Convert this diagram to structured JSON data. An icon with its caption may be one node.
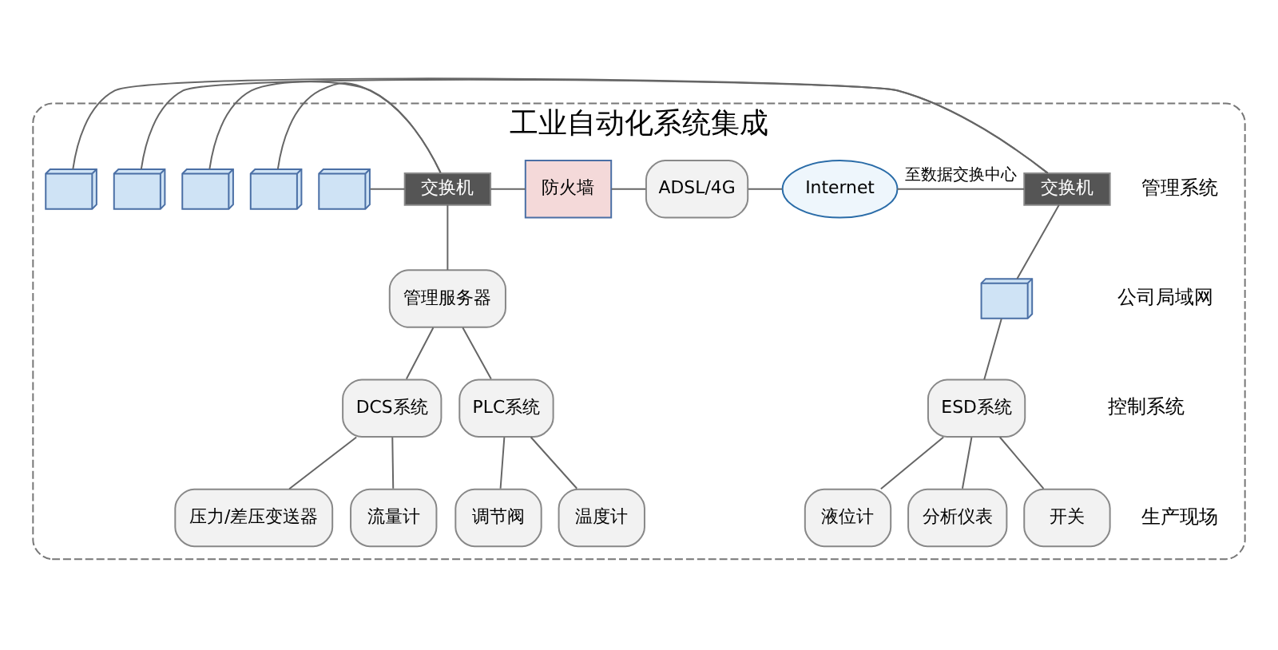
{
  "diagram": {
    "nodes": [
      {
        "text": [
          "工业自动化系统集成"
        ]
      },
      {
        "text": [],
        "shape": "picture",
        "in": 0
      },
      {
        "text": [],
        "shape": "picture",
        "in": 0
      },
      {
        "text": [],
        "shape": "picture",
        "in": 0
      },
      {
        "text": [
          "交换机"
        ],
        "in": 0
      },
      {
        "text": [
          "防火墙"
        ],
        "in": 0
      },
      {
        "text": [
          "ADSL/4G"
        ],
        "in": 0
      },
      {
        "text": [
          "Internet"
        ],
        "in": 0
      },
      {
        "text": [],
        "shape": "picture",
        "in": 0
      },
      {
        "text": [
          "交换机"
        ],
        "in": 0
      },
      {
        "text": [],
        "shape": "picture",
        "in": 0
      },
      {
        "text": [
          "管理服务器"
        ],
        "in": 0
      },
      {
        "text": [],
        "shape": "picture",
        "in": 0
      },
      {
        "text": [
          "DCS系统"
        ],
        "in": 0
      },
      {
        "text": [
          "PLC系统"
        ],
        "in": 0
      },
      {
        "text": [
          "ESD系统"
        ],
        "in": 0
      },
      {
        "text": [
          "压力/差压变送器"
        ],
        "in": 0
      },
      {
        "text": [
          "流量计"
        ],
        "in": 0
      },
      {
        "text": [
          "调节阀"
        ],
        "in": 0
      },
      {
        "text": [
          "温度计"
        ],
        "in": 0
      },
      {
        "text": [
          "开关"
        ],
        "in": 0
      },
      {
        "text": [
          "液位计"
        ],
        "in": 0
      },
      {
        "text": [
          "分析仪表"
        ],
        "in": 0
      }
    ],
    "edges": [
      {
        "from": 1,
        "to": 4,
        "arrow": "none"
      },
      {
        "from": 2,
        "to": 4,
        "arrow": "none"
      },
      {
        "from": 3,
        "to": 4,
        "arrow": "none"
      },
      {
        "from": 4,
        "to": 5,
        "arrow": "none"
      },
      {
        "from": 5,
        "to": 6,
        "arrow": "none"
      },
      {
        "from": 6,
        "to": 7,
        "arrow": "none"
      },
      {
        "from": 7,
        "to": 9,
        "label": "至数据交换中心",
        "arrow": "none"
      },
      {
        "from": 8,
        "to": 9,
        "arrow": "none"
      },
      {
        "from": 10,
        "to": 9,
        "arrow": "none"
      },
      {
        "from": 4,
        "to": 11,
        "arrow": "none"
      },
      {
        "from": 9,
        "to": 12,
        "arrow": "none"
      },
      {
        "from": 11,
        "to": 13,
        "arrow": "none"
      },
      {
        "from": 11,
        "to": 14,
        "arrow": "none"
      },
      {
        "from": 12,
        "to": 15,
        "arrow": "none"
      },
      {
        "from": 13,
        "to": 16,
        "arrow": "none"
      },
      {
        "from": 13,
        "to": 17,
        "arrow": "none"
      },
      {
        "from": 14,
        "to": 18,
        "arrow": "none"
      },
      {
        "from": 14,
        "to": 19,
        "arrow": "none"
      },
      {
        "from": 15,
        "to": 20,
        "arrow": "none"
      },
      {
        "from": 15,
        "to": 21,
        "arrow": "none"
      },
      {
        "from": 15,
        "to": 22,
        "arrow": "none"
      }
    ],
    "labels": [
      "管理系统",
      "公司局域网",
      "控制系统",
      "生产现场"
    ]
  }
}
